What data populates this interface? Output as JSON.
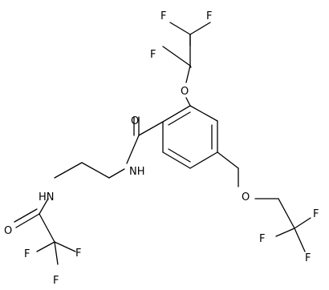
{
  "molecule": {
    "atoms": {
      "f_top_1": "F",
      "f_top_2": "F",
      "f_top_3": "F",
      "o_ether_top": "O",
      "o_carbonyl_amide": "O",
      "nh_amide": "NH",
      "o_ether_bottom": "O",
      "f_right_1": "F",
      "f_right_2": "F",
      "f_right_3": "F",
      "hn_trifluoroacetamide": "HN",
      "o_carbonyl_acetamide": "O",
      "f_left_1": "F",
      "f_left_2": "F",
      "f_left_3": "F"
    }
  }
}
